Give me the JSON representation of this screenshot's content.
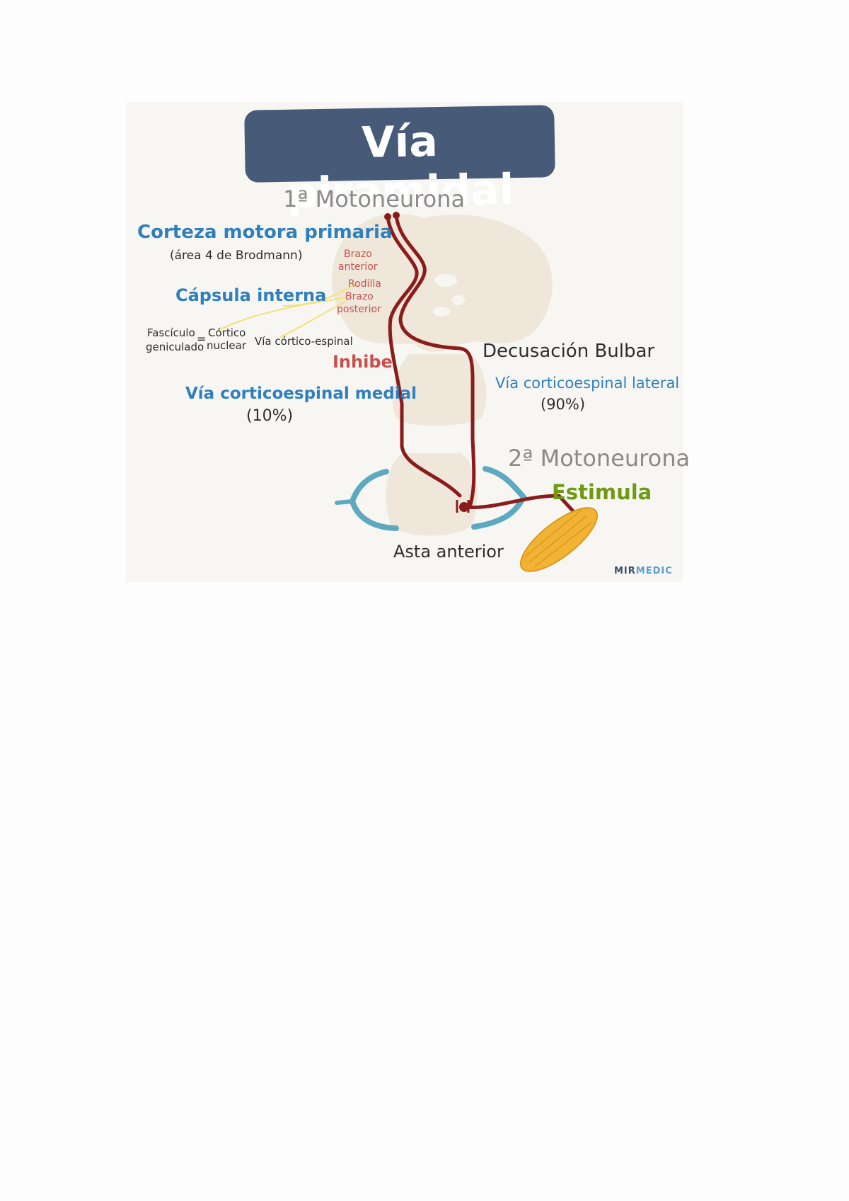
{
  "title": "Vía piramidal",
  "labels": {
    "first_motoneuron": "1ª Motoneurona",
    "cortex": "Corteza motora primaria",
    "cortex_sub": "(área 4 de Brodmann)",
    "internal_capsule": "Cápsula interna",
    "anterior_limb_1": "Brazo",
    "anterior_limb_2": "anterior",
    "genu": "Rodilla",
    "posterior_limb_1": "Brazo",
    "posterior_limb_2": "posterior",
    "geniculate_1": "Fascículo",
    "geniculate_2": "geniculado",
    "equals": "=",
    "corticonuclear_1": "Córtico",
    "corticonuclear_2": "nuclear",
    "corticospinal": "Vía córtico-espinal",
    "inhibe": "Inhibe",
    "decussation": "Decusación Bulbar",
    "medial_tract": "Vía corticoespinal medial",
    "medial_pct": "(10%)",
    "lateral_tract": "Vía corticoespinal lateral",
    "lateral_pct": "(90%)",
    "second_motoneuron": "2ª Motoneurona",
    "estimula": "Estimula",
    "anterior_horn": "Asta anterior"
  },
  "brand": {
    "part1": "MIR",
    "part2": "MEDIC"
  },
  "colors": {
    "title_bg": "#475a78",
    "label_blue": "#2f7fbf",
    "label_red": "#c9504f",
    "label_green": "#6f9a16",
    "tract": "#8b1c1c",
    "tissue": "#eee7da",
    "nerve": "#5ea9c0",
    "muscle": "#f2b233"
  }
}
